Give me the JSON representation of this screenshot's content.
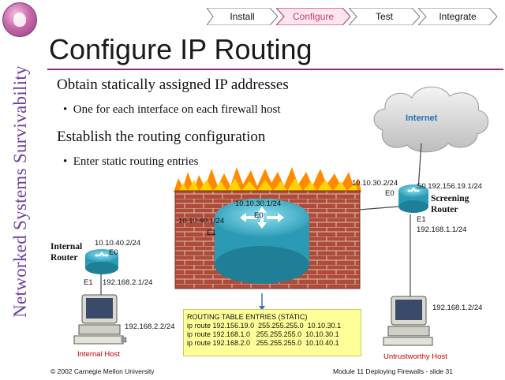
{
  "sidebar": {
    "text": "Networked Systems Survivability"
  },
  "process_steps": [
    "Install",
    "Configure",
    "Test",
    "Integrate"
  ],
  "title": "Configure IP Routing",
  "bullets": [
    {
      "text": "Obtain statically assigned IP addresses",
      "sub": "One for each interface on each firewall host"
    },
    {
      "text": "Establish the routing configuration",
      "sub": "Enter static routing entries"
    }
  ],
  "diagram": {
    "internet_label": "Internet",
    "screening_router": {
      "name_line1": "Screening",
      "name_line2": "Router",
      "s0": "S0  192.156.19.1/24",
      "e1": "E1",
      "e1_ip": "192.168.1.1/24",
      "e0": "E0",
      "e0_ip": "10.10.30.2/24"
    },
    "firewall": {
      "ip_top": "10.10.30.1/24",
      "e0": "E0",
      "ip_left": "10.10.40.1/24",
      "e1": "E1"
    },
    "internal_router": {
      "name_line1": "Internal",
      "name_line2": "Router",
      "ip": "10.10.40.2/24",
      "e0": "E0",
      "e1": "E1",
      "e1_ip": "192.168.2.1/24"
    },
    "internal_host": {
      "ip": "192.168.2.2/24",
      "label": "Internal Host"
    },
    "untrustworthy_host": {
      "ip": "192.168.1.2/24",
      "label": "Untrustworthy Host"
    },
    "routing_table": {
      "header": "ROUTING TABLE ENTRIES (STATIC)",
      "rows": [
        "ip route 192.156.19.0  255.255.255.0  10.10.30.1",
        "ip route 192.168.1.0   255.255.255.0  10.10.30.1",
        "ip route 192.168.2.0   255.255.255.0  10.10.40.1"
      ]
    }
  },
  "footer": {
    "left": "© 2002 Carnegie Mellon University",
    "right": "Module 11 Deploying Firewalls - slide 31"
  },
  "colors": {
    "accent": "#8a2c7c",
    "sidebar_text": "#6b3fa0",
    "note_bg": "#ffff99",
    "brick": "#b04a3a",
    "router": "#3fb0c8",
    "internet_text": "#1f6fb5"
  }
}
